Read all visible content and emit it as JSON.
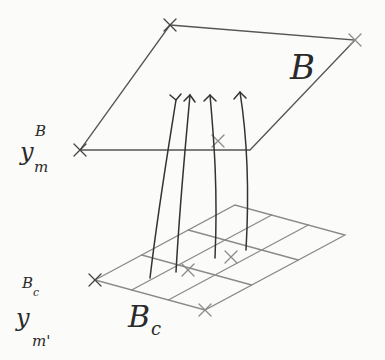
{
  "diagram": {
    "labels": [
      "B",
      "y",
      "B",
      "m",
      "B",
      "c",
      "y",
      "B",
      "c",
      "m'"
    ]
  }
}
